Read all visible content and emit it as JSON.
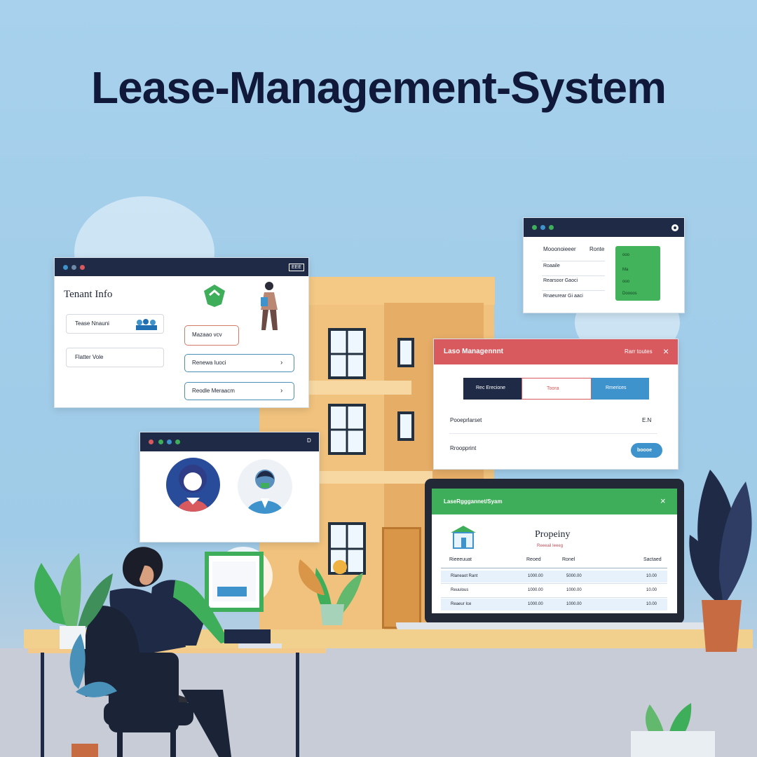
{
  "page": {
    "title": "Lease-Management-System"
  },
  "tenant_panel": {
    "title": "Tenant Info",
    "field_1": "Tease Nnauni",
    "field_2": "Flatter Vole",
    "button_1": "Mazaao vcv",
    "button_2": "Renewa Iuoci",
    "button_3": "Reodle Meraacm",
    "window_badge": "EEE"
  },
  "top_panel": {
    "heading_left": "Mooonoieeer",
    "heading_right": "Ronte",
    "row_1": "Roaaile",
    "row_2": "Rearsoor Gaoci",
    "row_3": "Rnaeurear Gi aaci",
    "card_1": "ooo",
    "card_2": "Ma",
    "card_3": "ooo",
    "card_4": "Doooos"
  },
  "lease_panel": {
    "title": "Laso Managennnt",
    "header_right": "Rarr toutes",
    "tab_1": "Rec Erecione",
    "tab_2": "Toora",
    "tab_3": "Rmerices",
    "row_1_label": "Pooeprlarset",
    "row_1_value": "E.N",
    "row_2_label": "Rroopprint",
    "action_button": "boooe"
  },
  "laptop": {
    "title": "LaseRgggannet/Syam",
    "heading": "Propeiny",
    "subheading": "Reeeail Ieeeg",
    "columns": [
      "Rieeeuuat",
      "Reoed",
      "Ronel",
      "Sactaed"
    ],
    "rows": [
      [
        "Rlaneaot Rant",
        "1000.00",
        "5000.00",
        "10.00"
      ],
      [
        "Reuulous",
        "1000.00",
        "1000.00",
        "10.00"
      ],
      [
        "Reaeur Ice",
        "1000.00",
        "1000.00",
        "10.00"
      ]
    ]
  },
  "colors": {
    "sky": "#a9d2ec",
    "navy": "#1f2b46",
    "red": "#d85a5f",
    "green": "#3fae5a",
    "blue": "#3f93cc",
    "building": "#f0c27d"
  }
}
